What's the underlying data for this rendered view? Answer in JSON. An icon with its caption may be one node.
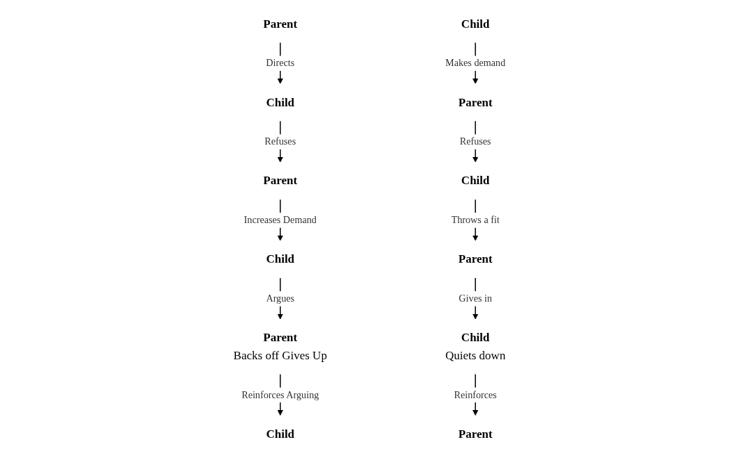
{
  "diagram": {
    "nodes": [
      {
        "text": [
          "Parent"
        ]
      },
      {
        "text": [
          "Child"
        ]
      },
      {
        "text": [
          "Parent"
        ]
      },
      {
        "text": [
          "Child"
        ]
      },
      {
        "text": [
          "Parent"
        ],
        "beside": [
          "Backs off Gives Up"
        ]
      },
      {
        "text": [
          "Child"
        ]
      },
      {
        "text": [
          "Child"
        ]
      },
      {
        "text": [
          "Parent"
        ]
      },
      {
        "text": [
          "Child"
        ]
      },
      {
        "text": [
          "Parent"
        ]
      },
      {
        "text": [
          "Child"
        ],
        "beside": [
          "Quiets down"
        ]
      },
      {
        "text": [
          "Parent"
        ]
      }
    ],
    "edges": [
      {
        "from": 0,
        "to": 1,
        "arrow": "to",
        "label": "Directs"
      },
      {
        "from": 1,
        "to": 2,
        "arrow": "to",
        "label": "Refuses"
      },
      {
        "from": 2,
        "to": 3,
        "arrow": "to",
        "label": "Increases Demand"
      },
      {
        "from": 3,
        "to": 4,
        "arrow": "to",
        "label": "Argues"
      },
      {
        "from": 4,
        "to": 5,
        "arrow": "to",
        "label": "Reinforces Arguing"
      },
      {
        "from": 6,
        "to": 7,
        "arrow": "to",
        "label": "Makes demand"
      },
      {
        "from": 7,
        "to": 8,
        "arrow": "to",
        "label": "Refuses"
      },
      {
        "from": 8,
        "to": 9,
        "arrow": "to",
        "label": "Throws a fit"
      },
      {
        "from": 9,
        "to": 10,
        "arrow": "to",
        "label": "Gives in"
      },
      {
        "from": 10,
        "to": 11,
        "arrow": "to",
        "label": "Reinforces"
      }
    ]
  }
}
